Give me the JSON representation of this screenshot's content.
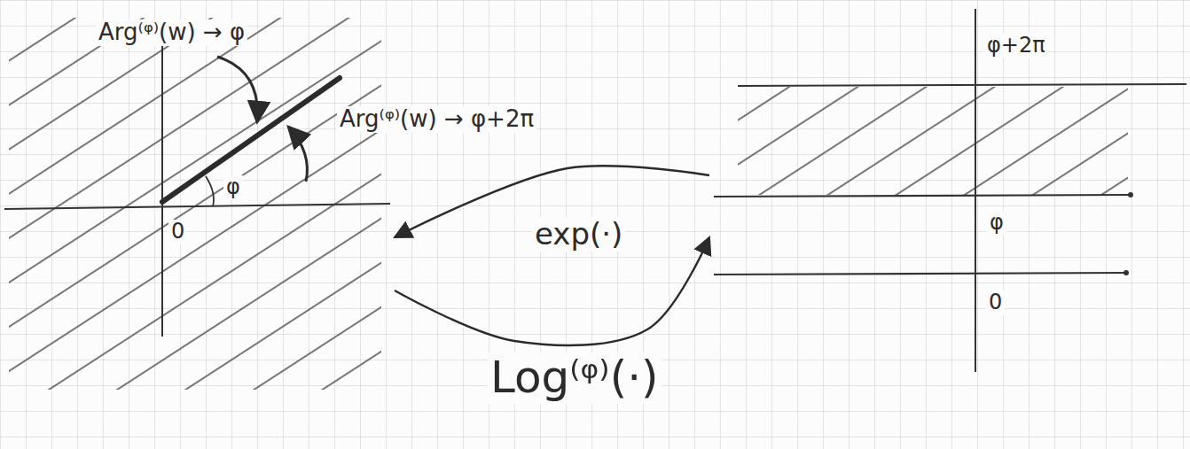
{
  "diagram": {
    "nodes": [
      {
        "text": [
          "φ",
          "0"
        ]
      },
      {
        "text": [
          "φ+2π",
          "φ",
          "0"
        ]
      }
    ],
    "edges": [
      {
        "from": 1,
        "to": 0,
        "arrow": "to",
        "label": "exp(·)"
      },
      {
        "from": 0,
        "to": 1,
        "arrow": "to",
        "label": "Log⁽ᵠ⁾(·)"
      }
    ],
    "labels": [
      "Arg⁽ᵠ⁾(w) → φ",
      "Arg⁽ᵠ⁾(w) → φ+2π"
    ]
  }
}
